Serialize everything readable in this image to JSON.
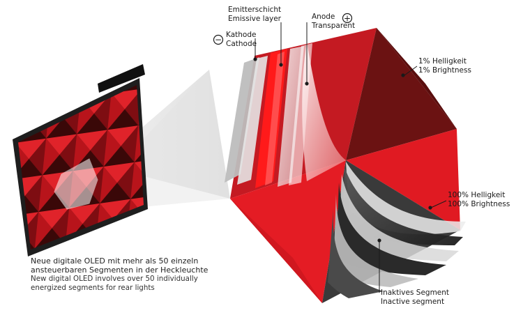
{
  "labels": {
    "emitter": {
      "de": "Emitterschicht",
      "en": "Emissive layer"
    },
    "anode": {
      "de": "Anode",
      "en": "Transparent"
    },
    "cathode": {
      "de": "Kathode",
      "en": "Cathode"
    },
    "brightness_1": {
      "de": "1% Helligkeit",
      "en": "1% Brightness"
    },
    "brightness_100": {
      "de": "100% Helligkeit",
      "en": "100% Brightness"
    },
    "inactive": {
      "de": "Inaktives Segment",
      "en": "Inactive segment"
    }
  },
  "caption": {
    "de_line1": "Neue digitale OLED mit mehr als 50 einzeln",
    "de_line2": "ansteuerbaren Segmenten in der Heckleuchte",
    "en_line1": "New digital OLED involves over 50 individually",
    "en_line2": "energized segments for rear lights"
  },
  "symbols": {
    "plus": "+",
    "minus": "−"
  },
  "colors": {
    "red_bright": "#e01a22",
    "red_mid": "#b5161d",
    "red_dark": "#6b1212",
    "panel_frame": "#1e1e1e",
    "inactive_gray": "#3a3a3a"
  }
}
